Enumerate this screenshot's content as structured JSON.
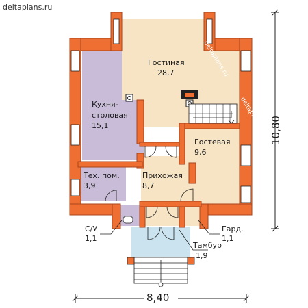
{
  "site_url": "deltaplans.ru",
  "watermark": "deltaplans.ru",
  "rooms": {
    "living": {
      "name": "Гостиная",
      "area": "28,7"
    },
    "kitchen": {
      "name_line1": "Кухня-",
      "name_line2": "столовая",
      "area": "15,1"
    },
    "guest": {
      "name": "Гостевая",
      "area": "9,6"
    },
    "tech": {
      "name": "Тех. пом.",
      "area": "3,9"
    },
    "hall": {
      "name": "Прихожая",
      "area": "8,7"
    },
    "wc": {
      "name": "С/У",
      "area": "1,1"
    },
    "wardrobe": {
      "name": "Гард.",
      "area": "1,1"
    },
    "vestibule": {
      "name": "Тамбур",
      "area": "1,9"
    }
  },
  "dimensions": {
    "height": "10,80",
    "width": "8,40"
  },
  "colors": {
    "wall": "#ef6f33",
    "wall_stroke": "#a8441a",
    "beige": "#f6e4c4",
    "lilac": "#c8bcd8",
    "porch": "#cbe3ef",
    "window": "#ffffff",
    "line": "#222222"
  }
}
